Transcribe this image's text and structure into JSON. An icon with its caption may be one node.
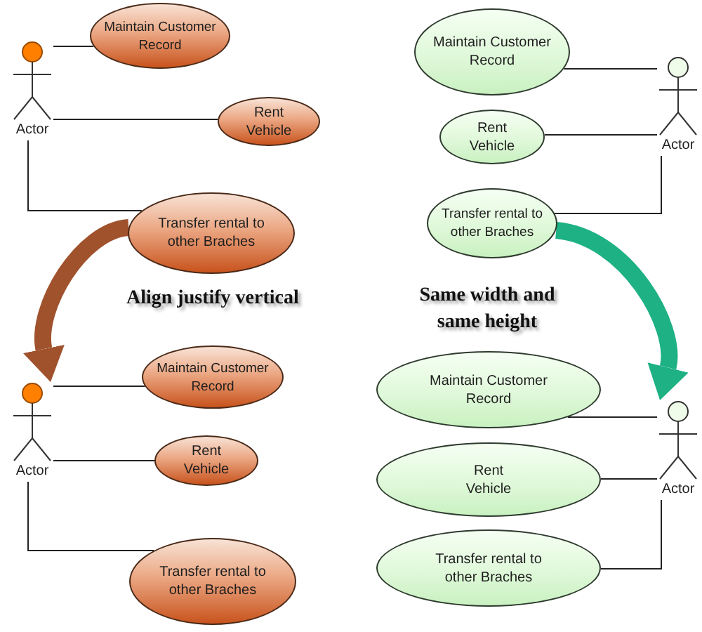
{
  "diagram": {
    "nodes": [
      {
        "text": [
          "Actor"
        ]
      },
      {
        "text": [
          "Maintain Customer Record"
        ]
      },
      {
        "text": [
          "Rent Vehicle"
        ]
      },
      {
        "text": [
          "Transfer rental to other Braches"
        ]
      },
      {
        "text": [
          "Maintain Customer Record"
        ]
      },
      {
        "text": [
          "Rent Vehicle"
        ]
      },
      {
        "text": [
          "Transfer rental to other Braches"
        ]
      },
      {
        "text": [
          "Actor"
        ]
      },
      {
        "text": [
          "Actor"
        ]
      },
      {
        "text": [
          "Maintain Customer Record"
        ]
      },
      {
        "text": [
          "Rent Vehicle"
        ]
      },
      {
        "text": [
          "Transfer rental to other Braches"
        ]
      },
      {
        "text": [
          "Maintain Customer Record"
        ]
      },
      {
        "text": [
          "Rent Vehicle"
        ]
      },
      {
        "text": [
          "Transfer rental to other Braches"
        ]
      },
      {
        "text": [
          "Actor"
        ]
      }
    ],
    "edges": [
      {
        "from": 0,
        "to": 1,
        "arrow": "none"
      },
      {
        "from": 0,
        "to": 2,
        "arrow": "none"
      },
      {
        "from": 0,
        "to": 3,
        "arrow": "none"
      },
      {
        "from": 7,
        "to": 4,
        "arrow": "none"
      },
      {
        "from": 7,
        "to": 5,
        "arrow": "none"
      },
      {
        "from": 7,
        "to": 6,
        "arrow": "none"
      },
      {
        "from": 8,
        "to": 9,
        "arrow": "none"
      },
      {
        "from": 8,
        "to": 10,
        "arrow": "none"
      },
      {
        "from": 8,
        "to": 11,
        "arrow": "none"
      },
      {
        "from": 15,
        "to": 12,
        "arrow": "none"
      },
      {
        "from": 15,
        "to": 13,
        "arrow": "none"
      },
      {
        "from": 15,
        "to": 14,
        "arrow": "none"
      },
      {
        "from": 3,
        "to": 8,
        "arrow": "to",
        "style": "thick",
        "color": "#a0522d"
      },
      {
        "from": 6,
        "to": 15,
        "arrow": "to",
        "style": "thick",
        "color": "#1db184"
      }
    ],
    "labels": [
      "Align justify vertical",
      "Same width and same height"
    ]
  }
}
